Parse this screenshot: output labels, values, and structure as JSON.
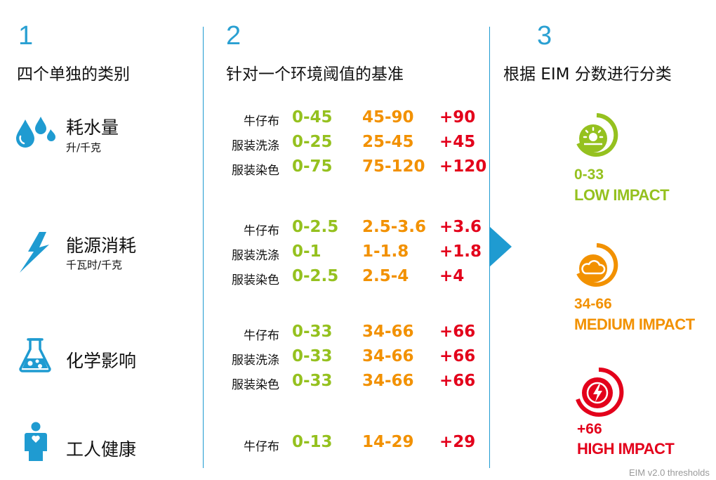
{
  "steps": [
    {
      "number": "1",
      "title": "四个单独的类别"
    },
    {
      "number": "2",
      "title": "针对一个环境阈值的基准"
    },
    {
      "number": "3",
      "title": "根据 EIM 分数进行分类"
    }
  ],
  "categories": [
    {
      "name": "耗水量",
      "unit": "升/千克",
      "icon": "water-drops-icon",
      "rows": [
        {
          "label": "牛仔布",
          "low": "0-45",
          "medium": "45-90",
          "high": "+90"
        },
        {
          "label": "服装洗涤",
          "low": "0-25",
          "medium": "25-45",
          "high": "+45"
        },
        {
          "label": "服装染色",
          "low": "0-75",
          "medium": "75-120",
          "high": "+120"
        }
      ]
    },
    {
      "name": "能源消耗",
      "unit": "千瓦时/千克",
      "icon": "lightning-icon",
      "rows": [
        {
          "label": "牛仔布",
          "low": "0-2.5",
          "medium": "2.5-3.6",
          "high": "+3.6"
        },
        {
          "label": "服装洗涤",
          "low": "0-1",
          "medium": "1-1.8",
          "high": "+1.8"
        },
        {
          "label": "服装染色",
          "low": "0-2.5",
          "medium": "2.5-4",
          "high": "+4"
        }
      ]
    },
    {
      "name": "化学影响",
      "unit": "",
      "icon": "flask-icon",
      "rows": [
        {
          "label": "牛仔布",
          "low": "0-33",
          "medium": "34-66",
          "high": "+66"
        },
        {
          "label": "服装洗涤",
          "low": "0-33",
          "medium": "34-66",
          "high": "+66"
        },
        {
          "label": "服装染色",
          "low": "0-33",
          "medium": "34-66",
          "high": "+66"
        }
      ]
    },
    {
      "name": "工人健康",
      "unit": "",
      "icon": "worker-icon",
      "rows": [
        {
          "label": "牛仔布",
          "low": "0-13",
          "medium": "14-29",
          "high": "+29"
        }
      ]
    }
  ],
  "impacts": [
    {
      "range": "0-33",
      "label": "LOW IMPACT",
      "icon": "sun-gauge-icon",
      "color": "#95c11f"
    },
    {
      "range": "34-66",
      "label": "MEDIUM IMPACT",
      "icon": "cloud-gauge-icon",
      "color": "#f29100"
    },
    {
      "range": "+66",
      "label": "HIGH IMPACT",
      "icon": "storm-gauge-icon",
      "color": "#e3001b"
    }
  ],
  "colors": {
    "accent": "#1f9bd1",
    "low": "#95c11f",
    "medium": "#f29100",
    "high": "#e3001b"
  },
  "footnote": "EIM v2.0 thresholds"
}
